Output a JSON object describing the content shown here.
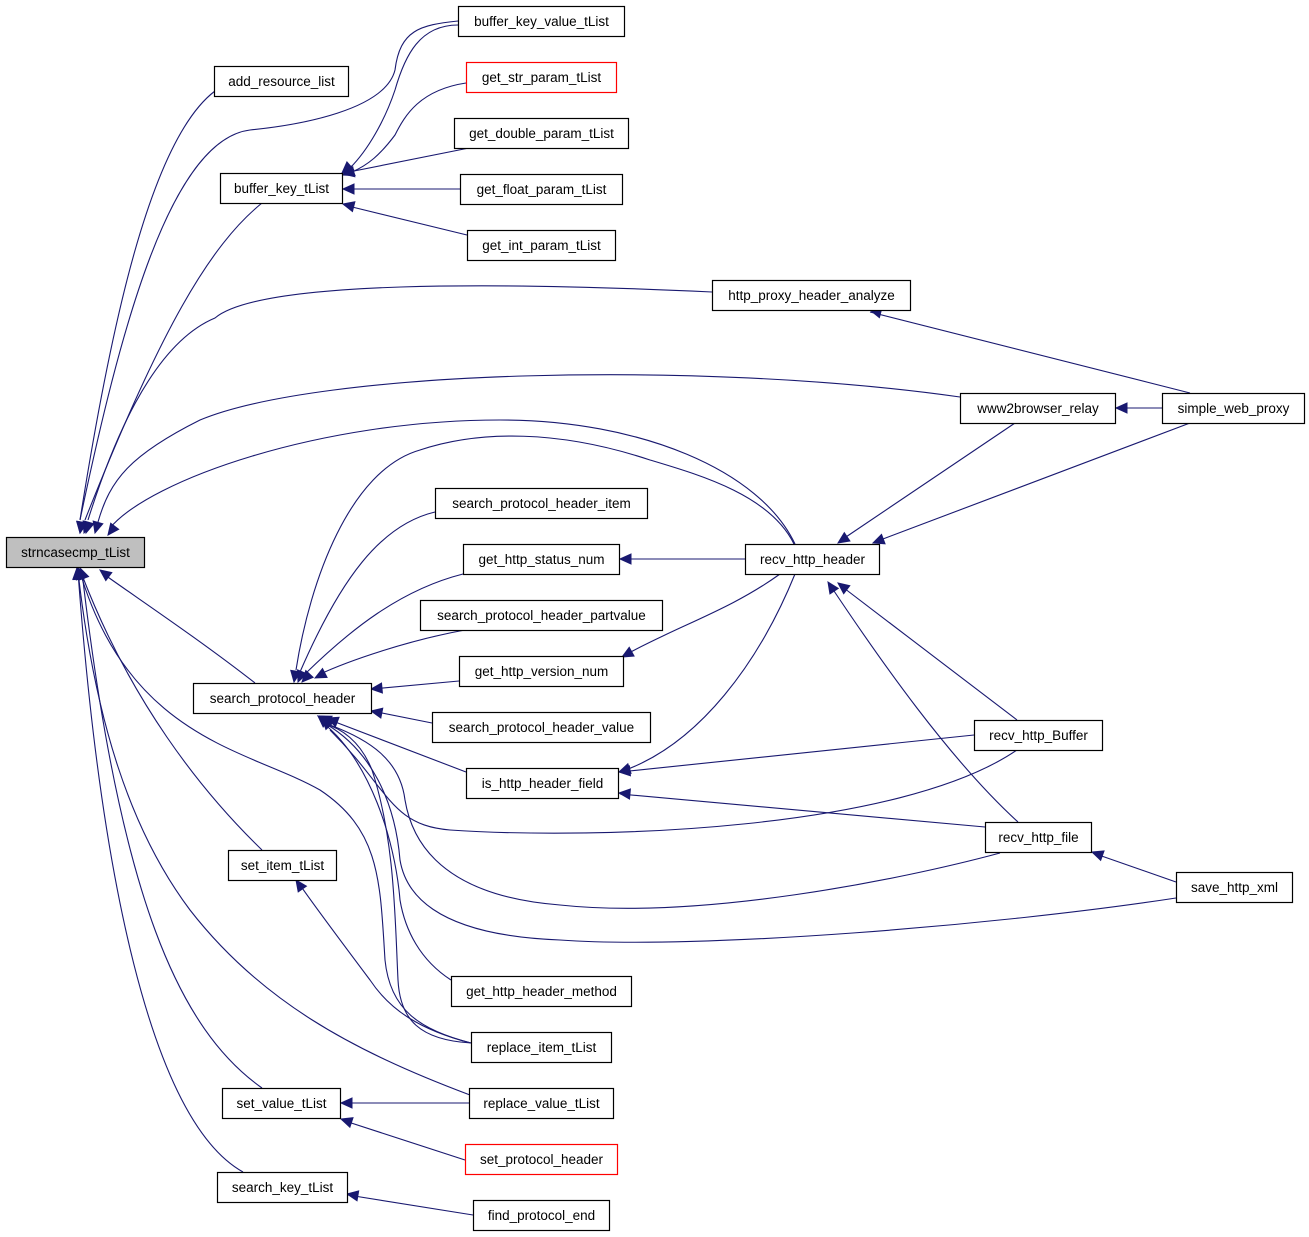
{
  "graph": {
    "root": "strncasecmp_tList",
    "nodes": [
      {
        "id": "strncasecmp_tList",
        "label": "strncasecmp_tList",
        "style": "focus"
      },
      {
        "id": "add_resource_list",
        "label": "add_resource_list",
        "style": "normal"
      },
      {
        "id": "buffer_key_value_tList",
        "label": "buffer_key_value_tList",
        "style": "normal"
      },
      {
        "id": "buffer_key_tList",
        "label": "buffer_key_tList",
        "style": "normal"
      },
      {
        "id": "get_str_param_tList",
        "label": "get_str_param_tList",
        "style": "red"
      },
      {
        "id": "get_double_param_tList",
        "label": "get_double_param_tList",
        "style": "normal"
      },
      {
        "id": "get_float_param_tList",
        "label": "get_float_param_tList",
        "style": "normal"
      },
      {
        "id": "get_int_param_tList",
        "label": "get_int_param_tList",
        "style": "normal"
      },
      {
        "id": "http_proxy_header_analyze",
        "label": "http_proxy_header_analyze",
        "style": "normal"
      },
      {
        "id": "www2browser_relay",
        "label": "www2browser_relay",
        "style": "normal"
      },
      {
        "id": "simple_web_proxy",
        "label": "simple_web_proxy",
        "style": "normal"
      },
      {
        "id": "search_protocol_header_item",
        "label": "search_protocol_header_item",
        "style": "normal"
      },
      {
        "id": "get_http_status_num",
        "label": "get_http_status_num",
        "style": "normal"
      },
      {
        "id": "recv_http_header",
        "label": "recv_http_header",
        "style": "normal"
      },
      {
        "id": "search_protocol_header_partvalue",
        "label": "search_protocol_header_partvalue",
        "style": "normal"
      },
      {
        "id": "get_http_version_num",
        "label": "get_http_version_num",
        "style": "normal"
      },
      {
        "id": "search_protocol_header",
        "label": "search_protocol_header",
        "style": "normal"
      },
      {
        "id": "search_protocol_header_value",
        "label": "search_protocol_header_value",
        "style": "normal"
      },
      {
        "id": "is_http_header_field",
        "label": "is_http_header_field",
        "style": "normal"
      },
      {
        "id": "recv_http_Buffer",
        "label": "recv_http_Buffer",
        "style": "normal"
      },
      {
        "id": "recv_http_file",
        "label": "recv_http_file",
        "style": "normal"
      },
      {
        "id": "save_http_xml",
        "label": "save_http_xml",
        "style": "normal"
      },
      {
        "id": "set_item_tList",
        "label": "set_item_tList",
        "style": "normal"
      },
      {
        "id": "get_http_header_method",
        "label": "get_http_header_method",
        "style": "normal"
      },
      {
        "id": "replace_item_tList",
        "label": "replace_item_tList",
        "style": "normal"
      },
      {
        "id": "set_value_tList",
        "label": "set_value_tList",
        "style": "normal"
      },
      {
        "id": "replace_value_tList",
        "label": "replace_value_tList",
        "style": "normal"
      },
      {
        "id": "set_protocol_header",
        "label": "set_protocol_header",
        "style": "red"
      },
      {
        "id": "search_key_tList",
        "label": "search_key_tList",
        "style": "normal"
      },
      {
        "id": "find_protocol_end",
        "label": "find_protocol_end",
        "style": "normal"
      }
    ],
    "edges": [
      {
        "from": "add_resource_list",
        "to": "strncasecmp_tList"
      },
      {
        "from": "buffer_key_value_tList",
        "to": "strncasecmp_tList"
      },
      {
        "from": "buffer_key_tList",
        "to": "strncasecmp_tList"
      },
      {
        "from": "http_proxy_header_analyze",
        "to": "strncasecmp_tList"
      },
      {
        "from": "www2browser_relay",
        "to": "strncasecmp_tList"
      },
      {
        "from": "recv_http_header",
        "to": "strncasecmp_tList"
      },
      {
        "from": "search_protocol_header",
        "to": "strncasecmp_tList"
      },
      {
        "from": "set_item_tList",
        "to": "strncasecmp_tList"
      },
      {
        "from": "replace_item_tList",
        "to": "strncasecmp_tList"
      },
      {
        "from": "replace_value_tList",
        "to": "strncasecmp_tList"
      },
      {
        "from": "set_value_tList",
        "to": "strncasecmp_tList"
      },
      {
        "from": "search_key_tList",
        "to": "strncasecmp_tList"
      },
      {
        "from": "buffer_key_value_tList",
        "to": "buffer_key_tList"
      },
      {
        "from": "get_str_param_tList",
        "to": "buffer_key_tList"
      },
      {
        "from": "get_double_param_tList",
        "to": "buffer_key_tList"
      },
      {
        "from": "get_float_param_tList",
        "to": "buffer_key_tList"
      },
      {
        "from": "get_int_param_tList",
        "to": "buffer_key_tList"
      },
      {
        "from": "simple_web_proxy",
        "to": "http_proxy_header_analyze"
      },
      {
        "from": "simple_web_proxy",
        "to": "www2browser_relay"
      },
      {
        "from": "www2browser_relay",
        "to": "recv_http_header"
      },
      {
        "from": "simple_web_proxy",
        "to": "recv_http_header"
      },
      {
        "from": "recv_http_Buffer",
        "to": "recv_http_header"
      },
      {
        "from": "recv_http_file",
        "to": "recv_http_header"
      },
      {
        "from": "recv_http_header",
        "to": "get_http_status_num"
      },
      {
        "from": "recv_http_header",
        "to": "get_http_version_num"
      },
      {
        "from": "recv_http_header",
        "to": "is_http_header_field"
      },
      {
        "from": "recv_http_Buffer",
        "to": "is_http_header_field"
      },
      {
        "from": "recv_http_file",
        "to": "is_http_header_field"
      },
      {
        "from": "save_http_xml",
        "to": "recv_http_file"
      },
      {
        "from": "recv_http_header",
        "to": "search_protocol_header"
      },
      {
        "from": "search_protocol_header_item",
        "to": "search_protocol_header"
      },
      {
        "from": "get_http_status_num",
        "to": "search_protocol_header"
      },
      {
        "from": "search_protocol_header_partvalue",
        "to": "search_protocol_header"
      },
      {
        "from": "get_http_version_num",
        "to": "search_protocol_header"
      },
      {
        "from": "search_protocol_header_value",
        "to": "search_protocol_header"
      },
      {
        "from": "is_http_header_field",
        "to": "search_protocol_header"
      },
      {
        "from": "recv_http_Buffer",
        "to": "search_protocol_header"
      },
      {
        "from": "recv_http_file",
        "to": "search_protocol_header"
      },
      {
        "from": "save_http_xml",
        "to": "search_protocol_header"
      },
      {
        "from": "get_http_header_method",
        "to": "search_protocol_header"
      },
      {
        "from": "replace_item_tList",
        "to": "search_protocol_header"
      },
      {
        "from": "replace_item_tList",
        "to": "set_item_tList"
      },
      {
        "from": "replace_value_tList",
        "to": "set_value_tList"
      },
      {
        "from": "set_protocol_header",
        "to": "set_value_tList"
      },
      {
        "from": "find_protocol_end",
        "to": "search_key_tList"
      }
    ]
  },
  "colors": {
    "edge": "#191970",
    "focus_fill": "#bfbfbf",
    "node_border": "#000000",
    "highlight_border": "#ff0000"
  }
}
